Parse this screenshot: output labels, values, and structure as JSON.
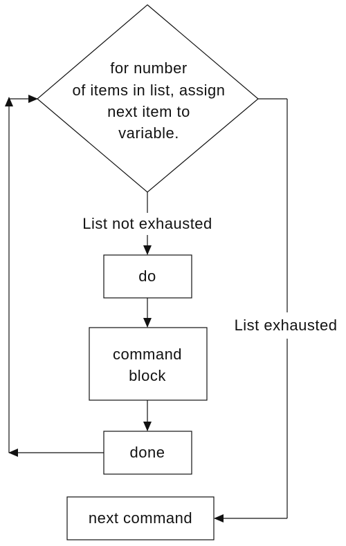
{
  "decision": {
    "lines": [
      "for number",
      "of items in list, assign",
      "next item to",
      "variable."
    ]
  },
  "edges": {
    "not_exhausted": "List not exhausted",
    "exhausted": "List exhausted"
  },
  "nodes": {
    "do": "do",
    "command_block": [
      "command",
      "block"
    ],
    "done": "done",
    "next_command": "next command"
  },
  "colors": {
    "stroke": "#111111",
    "background": "#ffffff"
  }
}
